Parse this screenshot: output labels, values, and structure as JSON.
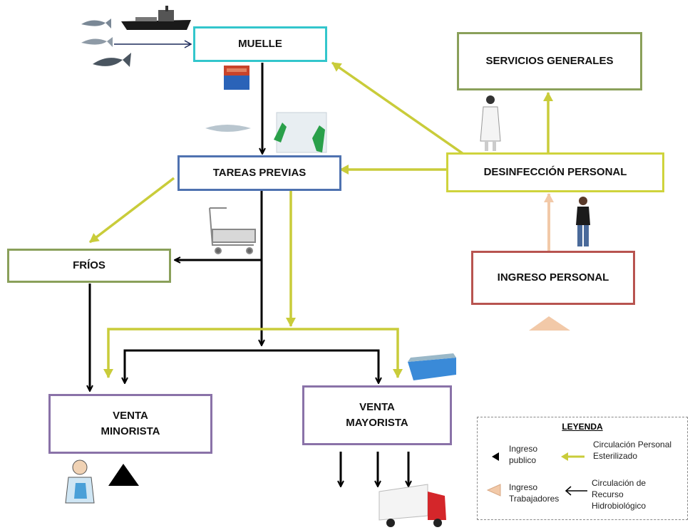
{
  "nodes": {
    "muelle": "MUELLE",
    "tareas_previas": "TAREAS PREVIAS",
    "frios": "FRÍOS",
    "venta_minorista": [
      "VENTA",
      "MINORISTA"
    ],
    "venta_mayorista": [
      "VENTA",
      "MAYORISTA"
    ],
    "servicios_generales": "SERVICIOS GENERALES",
    "desinfeccion_personal": "DESINFECCIÓN PERSONAL",
    "ingreso_personal": "INGRESO PERSONAL"
  },
  "legend": {
    "title": "LEYENDA",
    "ingreso_publico": [
      "Ingreso",
      "publico"
    ],
    "circulacion_personal": [
      "Circulación Personal",
      "Esterilizado"
    ],
    "ingreso_trabajadores": [
      "Ingreso",
      "Trabajadores"
    ],
    "circulacion_recurso": [
      "Circulación de",
      "Recurso",
      "Hidrobiológico"
    ]
  },
  "colors": {
    "muelle_border": "#33c6cc",
    "tareas_border": "#4f72b0",
    "frios_border": "#8aa05a",
    "venta_border": "#8a72a8",
    "servicios_border": "#8aa05a",
    "desinfeccion_border": "#cfd33c",
    "ingreso_border": "#b85450",
    "personal_arrow": "#c9cc3a",
    "trabajadores_arrow": "#f2c9a8",
    "recurso_arrow": "#000000"
  },
  "icons": [
    "fish-icon",
    "boat-icon",
    "fish-crate-icon",
    "gloved-hands-icon",
    "cart-icon",
    "apron-icon",
    "worker-icon",
    "customer-icon",
    "truck-icon"
  ]
}
